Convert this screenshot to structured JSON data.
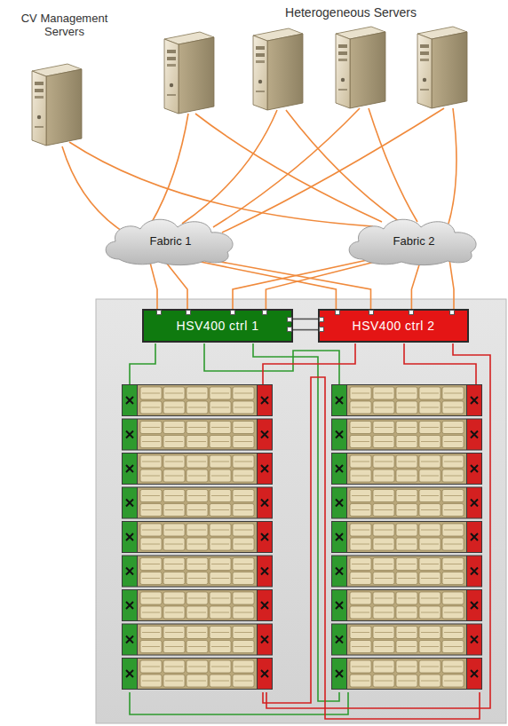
{
  "diagram": {
    "nodes": [
      {
        "text": [
          "Fabric 1"
        ]
      },
      {
        "text": [
          "Fabric 2"
        ]
      },
      {
        "text": [
          "HSV400 ctrl 1"
        ]
      },
      {
        "text": [
          "HSV400 ctrl 2"
        ]
      }
    ],
    "edges": [
      {
        "from": 0,
        "to": 2,
        "arrow": "none"
      },
      {
        "from": 0,
        "to": 2,
        "arrow": "none"
      },
      {
        "from": 0,
        "to": 3,
        "arrow": "none"
      },
      {
        "from": 0,
        "to": 3,
        "arrow": "none"
      },
      {
        "from": 1,
        "to": 2,
        "arrow": "none"
      },
      {
        "from": 1,
        "to": 2,
        "arrow": "none"
      },
      {
        "from": 1,
        "to": 3,
        "arrow": "none"
      },
      {
        "from": 1,
        "to": 3,
        "arrow": "none"
      },
      {
        "from": 2,
        "to": 3,
        "arrow": "none"
      },
      {
        "from": 2,
        "to": 3,
        "arrow": "none"
      }
    ],
    "labels": [
      "Heterogeneous Servers",
      "CV Management Servers"
    ]
  }
}
